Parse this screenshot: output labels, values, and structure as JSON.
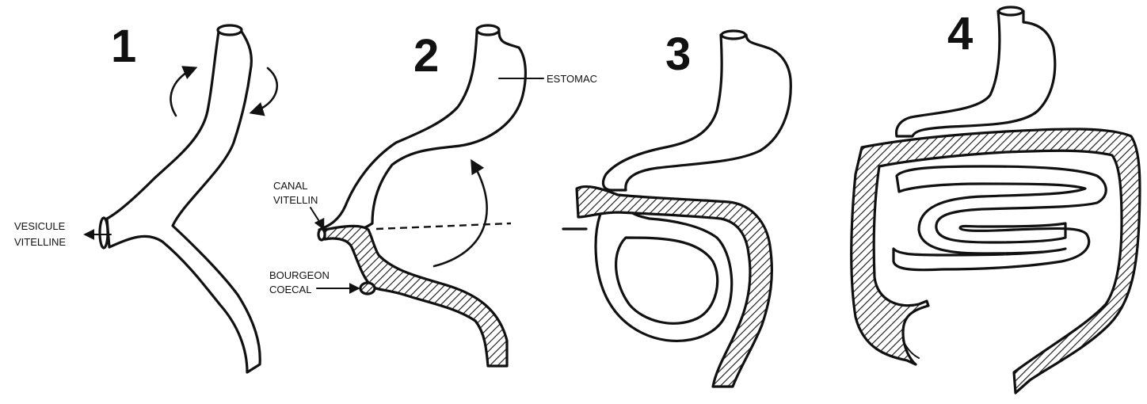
{
  "panels": [
    {
      "number": "1"
    },
    {
      "number": "2"
    },
    {
      "number": "3"
    },
    {
      "number": "4"
    }
  ],
  "labels": {
    "vesicule_1": "VESICULE",
    "vesicule_2": "VITELLINE",
    "estomac": "ESTOMAC",
    "canal_1": "CANAL",
    "canal_2": "VITELLIN",
    "bourgeon_1": "BOURGEON",
    "bourgeon_2": "COECAL"
  },
  "colors": {
    "ink": "#111111",
    "paper": "#ffffff"
  }
}
